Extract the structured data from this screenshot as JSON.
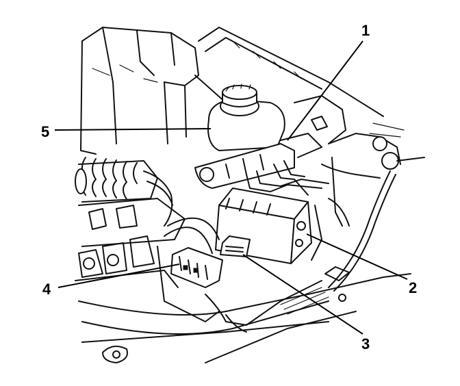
{
  "callouts": [
    {
      "id": "1",
      "label": "1"
    },
    {
      "id": "2",
      "label": "2"
    },
    {
      "id": "3",
      "label": "3"
    },
    {
      "id": "4",
      "label": "4"
    },
    {
      "id": "5",
      "label": "5"
    }
  ],
  "colors": {
    "ink": "#111111",
    "background": "#ffffff"
  }
}
